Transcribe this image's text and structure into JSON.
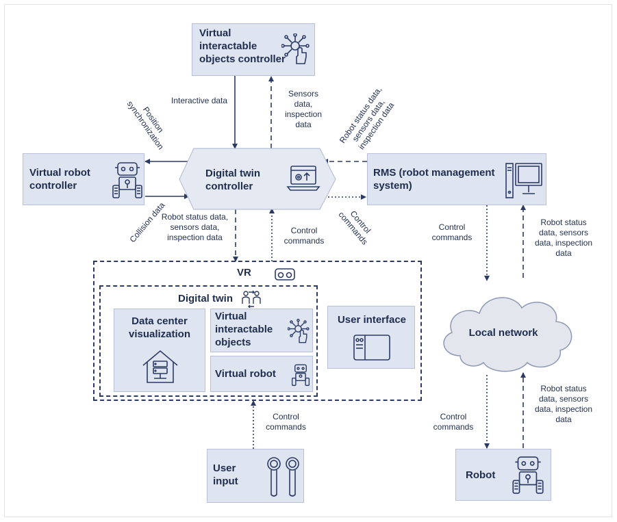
{
  "nodes": {
    "interactable_controller": "Virtual interactable objects controller",
    "robot_controller": "Virtual robot controller",
    "dt_controller": "Digital twin controller",
    "rms": "RMS (robot management system)",
    "vr": "VR",
    "digital_twin": "Digital twin",
    "dc_vis": "Data center visualization",
    "vio": "Virtual interactable objects",
    "virtual_robot": "Virtual robot",
    "user_interface": "User interface",
    "local_network": "Local network",
    "user_input": "User input",
    "robot": "Robot"
  },
  "edges": {
    "interactive_data": "Interactive data",
    "sensors_inspection": "Sensors data, inspection data",
    "position_sync": "Position synchronization",
    "robot_status_rotated": "Robot status data, sensors data, inspection data",
    "collision": "Collision data",
    "robot_status_dt": "Robot status data, sensors data, inspection data",
    "control_cmd_vr": "Control commands",
    "control_cmd_rms": "Control commands",
    "control_cmd_net": "Control commands",
    "robot_status_net": "Robot status data, sensors data, inspection data",
    "control_cmd_user": "Control commands",
    "control_cmd_robot": "Control commands",
    "robot_status_robot": "Robot status data, sensors data, inspection data"
  },
  "colors": {
    "box_fill": "#dfe4f1",
    "stroke": "#2b3a64",
    "text": "#1f2d4d"
  },
  "icons": [
    "network-hand-icon",
    "robot-icon",
    "laptop-icon",
    "monitor-icon",
    "vr-headset-icon",
    "people-exchange-icon",
    "house-server-icon",
    "ui-window-icon",
    "vr-controllers-icon",
    "cloud-icon"
  ]
}
